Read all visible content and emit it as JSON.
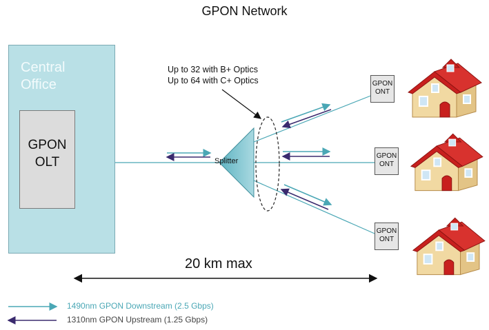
{
  "title": "GPON Network",
  "central_office": {
    "label": "Central\nOffice"
  },
  "olt": {
    "label": "GPON\nOLT"
  },
  "splitter": {
    "label": "Splitter"
  },
  "optics_note": "Up to 32 with B+ Optics\nUp to 64 with C+ Optics",
  "onts": [
    {
      "label": "GPON\nONT"
    },
    {
      "label": "GPON\nONT"
    },
    {
      "label": "GPON\nONT"
    }
  ],
  "distance_label": "20 km max",
  "legend": [
    {
      "label": "1490nm GPON Downstream (2.5 Gbps)",
      "color": "#4aa7b5"
    },
    {
      "label": "1310nm GPON Upstream (1.25 Gbps)",
      "color": "#3a2a6e"
    }
  ],
  "colors": {
    "fiber": "#4aa7b5",
    "upstream": "#3a2a6e",
    "office": "#b9e0e6",
    "roof": "#c8201e",
    "house_wall": "#f1d9a2"
  },
  "icons": [
    "house-icon",
    "splitter-triangle-icon"
  ]
}
